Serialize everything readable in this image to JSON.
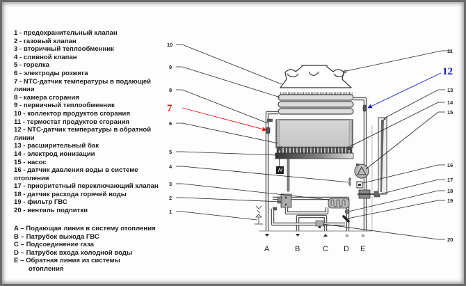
{
  "legend": {
    "components": [
      {
        "num": "1",
        "text": "1 - предохранительный клапан"
      },
      {
        "num": "2",
        "text": "2 - газовый клапан"
      },
      {
        "num": "3",
        "text": "3 - вторичный теплообменник"
      },
      {
        "num": "4",
        "text": "4 - сливной клапан"
      },
      {
        "num": "5",
        "text": "5 - горелка"
      },
      {
        "num": "6",
        "text": "6 - электроды розжига"
      },
      {
        "num": "7",
        "text": "7 - NTC-датчик температуры в подающей",
        "cont": "линии"
      },
      {
        "num": "8",
        "text": "8 - камера сгорания"
      },
      {
        "num": "9",
        "text": "9 - первичный теплообменник"
      },
      {
        "num": "10",
        "text": "10 - коллектор продуктов сгорания"
      },
      {
        "num": "11",
        "text": "11 - термостат продуктов сгорания"
      },
      {
        "num": "12",
        "text": "12 - NTC-датчик температуры в обратной",
        "cont": "линии"
      },
      {
        "num": "13",
        "text": "13 - расширительный бак"
      },
      {
        "num": "14",
        "text": "14 - электрод ионизации"
      },
      {
        "num": "15",
        "text": "15 - насос"
      },
      {
        "num": "16",
        "text": "16 - датчик давления воды в системе",
        "cont": "отопления"
      },
      {
        "num": "17",
        "text": "17 - приоритетный переключающий клапан"
      },
      {
        "num": "18",
        "text": "18 - датчик расхода горячей воды"
      },
      {
        "num": "19",
        "text": "19 - фильтр ГВС"
      },
      {
        "num": "20",
        "text": "20 - вентиль подпитки"
      }
    ],
    "connections": [
      {
        "letter": "A",
        "text": "A – Подающая линия в систему отопления"
      },
      {
        "letter": "B",
        "text": "B – Патрубок выхода ГВС"
      },
      {
        "letter": "C",
        "text": "C – Подсоединение газа"
      },
      {
        "letter": "D",
        "text": "D – Патрубок входа холодной воды"
      },
      {
        "letter": "E",
        "text": "E – Обратная линия из системы",
        "cont": "отопления"
      }
    ]
  },
  "diagram": {
    "callouts": {
      "c1": "1",
      "c2": "2",
      "c3": "3",
      "c4": "4",
      "c5": "5",
      "c6": "6",
      "c7": "7",
      "c8": "8",
      "c9": "9",
      "c10": "10",
      "c11": "11",
      "c12": "12",
      "c13": "13",
      "c14": "14",
      "c15": "15",
      "c16": "16",
      "c17": "17",
      "c18": "18",
      "c19": "19",
      "c20": "20"
    },
    "connection_labels": {
      "A": "A",
      "B": "B",
      "C": "C",
      "D": "D",
      "E": "E"
    },
    "highlight_colors": {
      "callout_7": "#e01010",
      "callout_12": "#1515c8"
    }
  }
}
